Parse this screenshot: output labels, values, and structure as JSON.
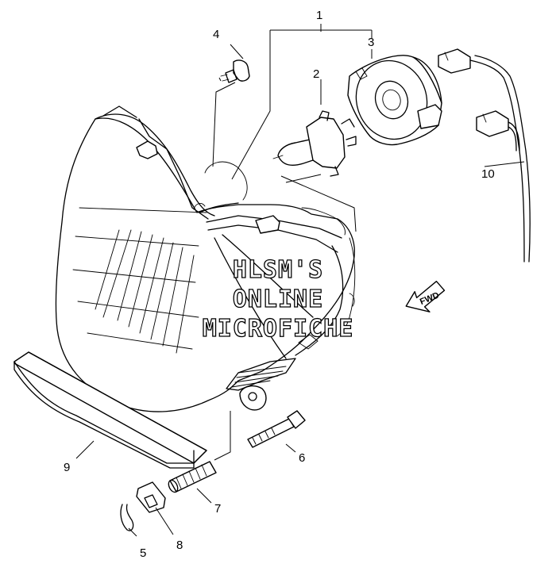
{
  "watermark": {
    "line1": "HLSM'S",
    "line2": "ONLINE",
    "line3": "MICROFICHE"
  },
  "direction_arrow": {
    "label": "FWD"
  },
  "callouts": [
    {
      "number": "1",
      "part": "headlight-assembly-bracket"
    },
    {
      "number": "2",
      "part": "bulb"
    },
    {
      "number": "3",
      "part": "socket-cover"
    },
    {
      "number": "4",
      "part": "small-bulb"
    },
    {
      "number": "5",
      "part": "clip"
    },
    {
      "number": "6",
      "part": "bolt"
    },
    {
      "number": "7",
      "part": "spring"
    },
    {
      "number": "8",
      "part": "nut"
    },
    {
      "number": "9",
      "part": "trim-strip"
    },
    {
      "number": "10",
      "part": "wiring-harness"
    }
  ]
}
